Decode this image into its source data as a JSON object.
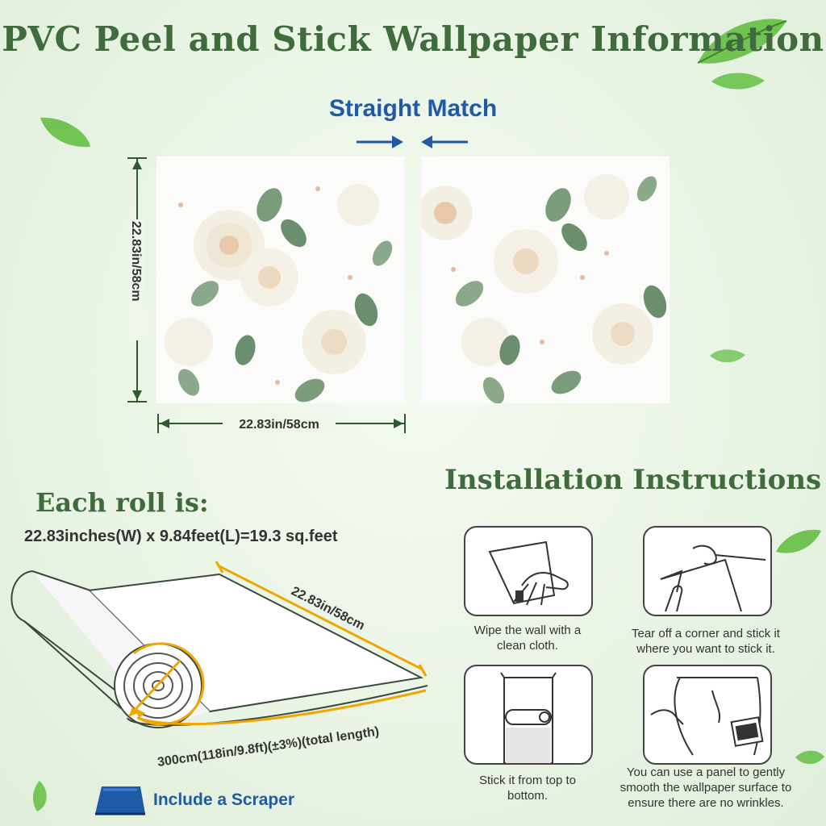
{
  "title": "PVC Peel and Stick Wallpaper Information",
  "match": {
    "label": "Straight Match"
  },
  "dimensions": {
    "height": "22.83in/58cm",
    "width": "22.83in/58cm"
  },
  "roll": {
    "title": "Each roll is:",
    "spec": "22.83inches(W) x 9.84feet(L)=19.3 sq.feet",
    "width_label": "22.83in/58cm",
    "length_label": "300cm(118in/9.8ft)(±3%)(total length)"
  },
  "installation": {
    "title": "Installation Instructions",
    "steps": [
      {
        "caption_1": "Wipe the wall with a",
        "caption_2": "clean cloth."
      },
      {
        "caption_1": "Tear off a corner and stick it",
        "caption_2": "where you want to stick it."
      },
      {
        "caption_1": "Stick it from top to",
        "caption_2": "bottom."
      },
      {
        "caption_1": "You can use a panel to gently",
        "caption_2": "smooth the wallpaper surface to",
        "caption_3": "ensure there are no wrinkles."
      }
    ]
  },
  "scraper": {
    "label": "Include a Scraper"
  },
  "colors": {
    "title_green": "#3f6b3d",
    "accent_blue": "#1f5aa6",
    "dimension_orange": "#f0a500"
  }
}
